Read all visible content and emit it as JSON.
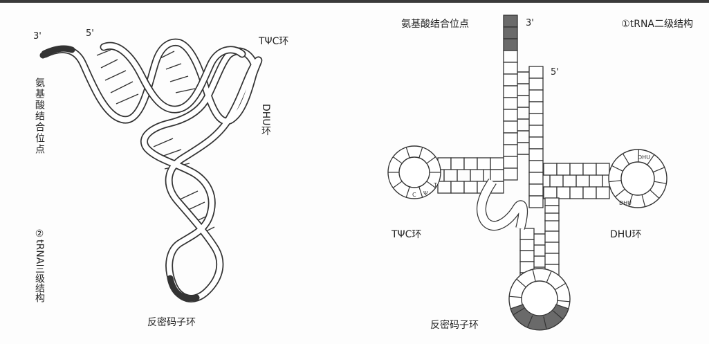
{
  "left_panel": {
    "label_3prime": "3'",
    "label_5prime": "5'",
    "label_tpsic_loop": "TΨC环",
    "label_dhu_loop": "DHU环",
    "label_amino_site": "氨基酸结合位点",
    "label_anticodon_loop": "反密码子环",
    "label_caption": "②tRNA三级结构"
  },
  "right_panel": {
    "label_caption": "①tRNA二级结构",
    "label_3prime": "3'",
    "label_amino_site": "氨基酸结合位点",
    "label_5prime": "5'",
    "label_tpsic_loop": "TΨC环",
    "label_dhu_loop": "DHU环",
    "label_anticodon_loop": "反密码子环",
    "loop_glyphs": {
      "t": "T",
      "psi": "Ψ",
      "c": "C",
      "dhu1": "DHU",
      "dhu2": "DHU"
    }
  },
  "colors": {
    "ink": "#333333",
    "terminal_shade": "#6a6a6a",
    "loop_shade": "#c9c9c9"
  }
}
